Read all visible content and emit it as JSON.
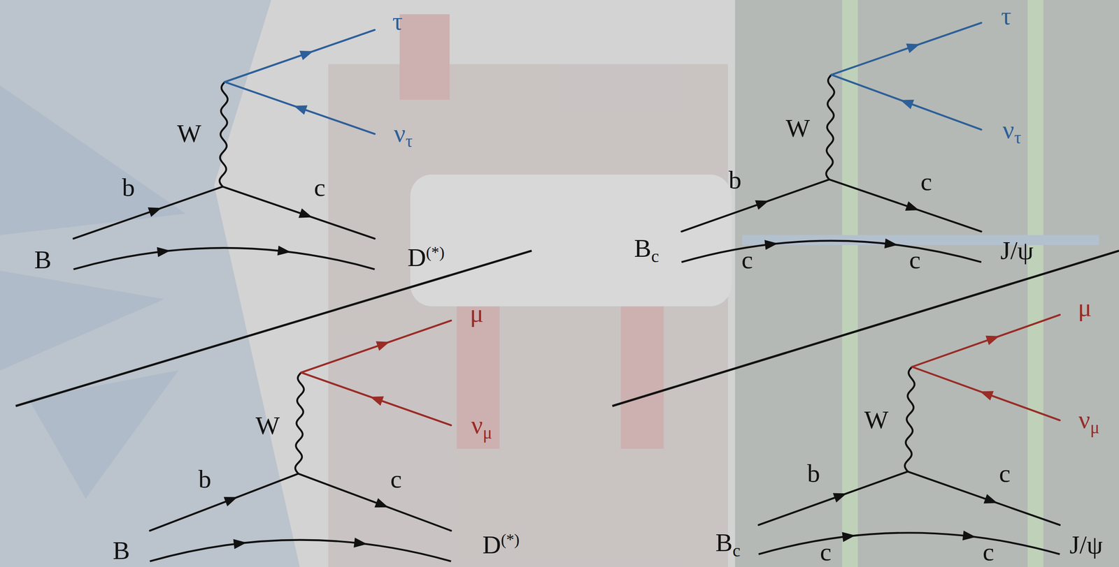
{
  "diagram": {
    "labels": [
      "τ",
      "ντ",
      "W",
      "b",
      "c",
      "B",
      "D(*)",
      "τ",
      "ντ",
      "W",
      "b",
      "c",
      "Bc",
      "c",
      "c",
      "J/ψ",
      "μ",
      "νμ",
      "W",
      "b",
      "c",
      "B",
      "D(*)",
      "μ",
      "νμ",
      "W",
      "b",
      "c",
      "Bc",
      "c",
      "c",
      "J/ψ"
    ]
  }
}
